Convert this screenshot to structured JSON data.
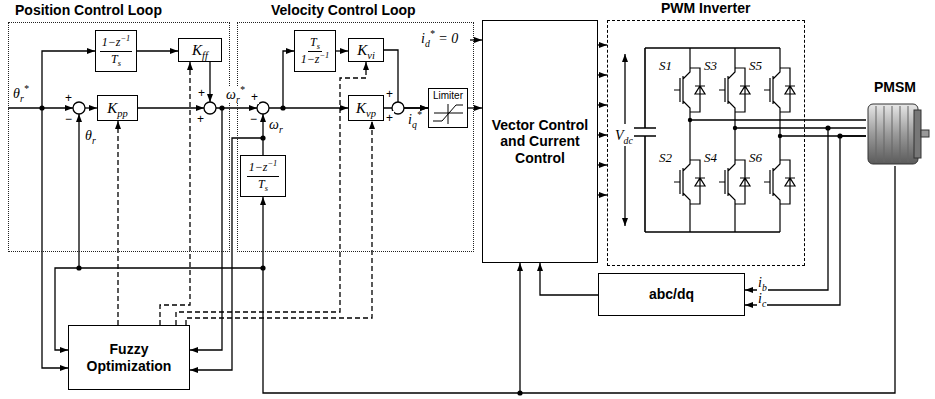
{
  "diagram": {
    "nodes": [
      {
        "text": [
          "Position Control Loop"
        ]
      },
      {
        "text": [
          "1−z−1",
          "Ts"
        ],
        "in": 0
      },
      {
        "text": [
          "Kff"
        ],
        "in": 0
      },
      {
        "text": [
          "Kpp"
        ],
        "in": 0
      },
      {
        "text": [
          "Velocity Control Loop"
        ]
      },
      {
        "text": [
          "Ts",
          "1−z−1"
        ],
        "in": 4
      },
      {
        "text": [
          "Kvi"
        ],
        "in": 4
      },
      {
        "text": [
          "Kvp"
        ],
        "in": 4
      },
      {
        "text": [
          "1−z−1",
          "Ts"
        ],
        "in": 4
      },
      {
        "text": [
          "Limiter"
        ],
        "in": 4
      },
      {
        "text": [
          "Vector Control and Current Control"
        ]
      },
      {
        "text": [
          "PWM Inverter"
        ]
      },
      {
        "text": [
          "PMSM"
        ]
      },
      {
        "text": [
          "abc/dq"
        ]
      },
      {
        "text": [
          "Fuzzy Optimization"
        ]
      }
    ],
    "edges": [
      {
        "from": 1,
        "to": 2,
        "arrow": "to"
      },
      {
        "from": 5,
        "to": 6,
        "arrow": "to"
      },
      {
        "from": 6,
        "to": 9,
        "arrow": "to"
      },
      {
        "from": 7,
        "to": 9,
        "arrow": "to"
      },
      {
        "from": 9,
        "to": 10,
        "arrow": "to"
      },
      {
        "from": 10,
        "to": 11,
        "arrow": "to"
      },
      {
        "from": 11,
        "to": 12,
        "arrow": "none"
      },
      {
        "from": 12,
        "to": 13,
        "arrow": "to"
      },
      {
        "from": 13,
        "to": 10,
        "arrow": "to"
      },
      {
        "from": 14,
        "to": 3,
        "arrow": "to"
      },
      {
        "from": 14,
        "to": 2,
        "arrow": "to"
      },
      {
        "from": 14,
        "to": 6,
        "arrow": "to"
      },
      {
        "from": 14,
        "to": 7,
        "arrow": "to"
      }
    ],
    "labels": [
      "θr*",
      "+",
      "−",
      "θr",
      "+",
      "+",
      "ωr*",
      "+",
      "−",
      "ωr",
      "+",
      "+",
      "iq*",
      "id* = 0",
      "Vdc",
      "S1",
      "S3",
      "S5",
      "S2",
      "S4",
      "S6",
      "ib",
      "ic"
    ]
  }
}
